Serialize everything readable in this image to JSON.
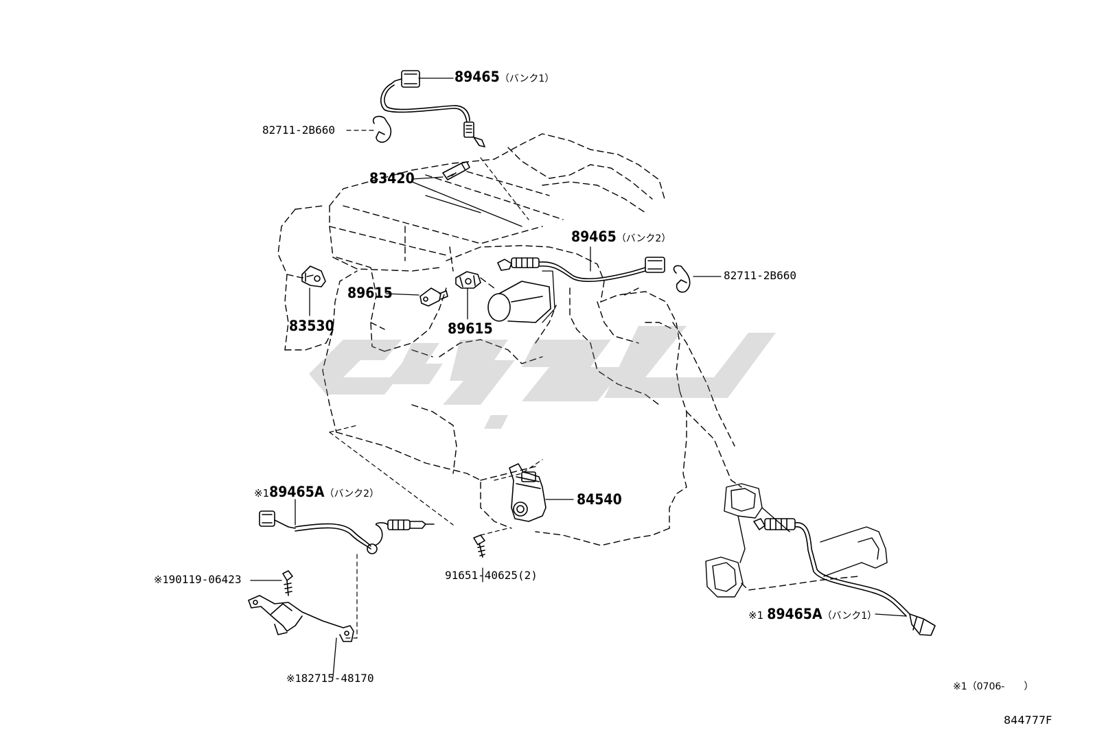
{
  "labels": {
    "o2_bank1_top": {
      "part": "89465",
      "note": "（バンク1）"
    },
    "clamp_top_left": {
      "part": "82711-2B660"
    },
    "sensor_83420": {
      "part": "83420"
    },
    "o2_bank2_mid": {
      "part": "89465",
      "note": "（バンク2）"
    },
    "clamp_right": {
      "part": "82711-2B660"
    },
    "knock_left": {
      "part": "89615"
    },
    "knock_lower": {
      "part": "89615"
    },
    "oil_switch": {
      "part": "83530"
    },
    "switch_84540": {
      "part": "84540"
    },
    "bolt_91651": {
      "part": "91651-40625(2)"
    },
    "af_bank2": {
      "mark": "※1",
      "part": "89465A",
      "note": "（バンク2）"
    },
    "af_bank1": {
      "mark": "※1",
      "part": "89465A",
      "note": "（バンク1）"
    },
    "bolt_90119": {
      "mark": "※1",
      "part": "90119-06423"
    },
    "bracket_82715": {
      "mark": "※1",
      "part": "82715-48170"
    }
  },
  "footnote": {
    "mark": "※1",
    "range": "（0706-　　）"
  },
  "diagram_code": "844777F",
  "colors": {
    "line": "#000000",
    "watermark": "#8a8a8a"
  }
}
